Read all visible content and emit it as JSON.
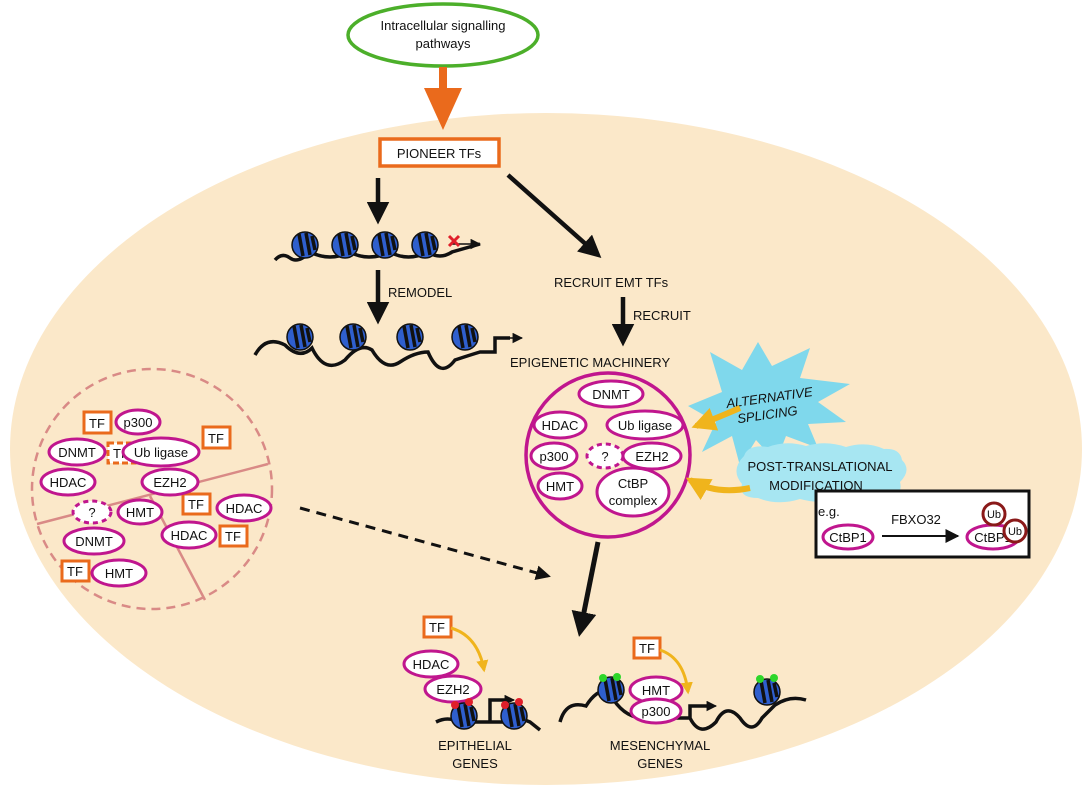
{
  "top": {
    "signalling_line1": "Intracellular signalling",
    "signalling_line2": "pathways",
    "pioneer": "PIONEER TFs"
  },
  "center": {
    "remodel": "REMODEL",
    "recruit_emt": "RECRUIT EMT TFs",
    "recruit": "RECRUIT",
    "epigenetic_machinery": "EPIGENETIC MACHINERY"
  },
  "complex": {
    "dnmt": "DNMT",
    "hdac": "HDAC",
    "ub_ligase": "Ub ligase",
    "p300": "p300",
    "unknown": "?",
    "ezh2": "EZH2",
    "hmt": "HMT",
    "ctbp_line1": "CtBP",
    "ctbp_line2": "complex"
  },
  "splicing": {
    "line1": "ALTERNATIVE",
    "line2": "SPLICING"
  },
  "ptm": {
    "line1": "POST-TRANSLATIONAL",
    "line2": "MODIFICATION",
    "eg": "e.g.",
    "ctbp1": "CtBP1",
    "fbxo32": "FBXO32",
    "ctbp1_ub": "CtBP1",
    "ub": "Ub"
  },
  "left_circle": {
    "tf": "TF",
    "p300": "p300",
    "dnmt": "DNMT",
    "ub_ligase": "Ub ligase",
    "hdac": "HDAC",
    "ezh2": "EZH2",
    "unknown": "?",
    "hmt": "HMT"
  },
  "bottom": {
    "tf": "TF",
    "hdac": "HDAC",
    "ezh2": "EZH2",
    "hmt": "HMT",
    "p300": "p300",
    "epithelial_line1": "EPITHELIAL",
    "epithelial_line2": "GENES",
    "mesenchymal_line1": "MESENCHYMAL",
    "mesenchymal_line2": "GENES"
  },
  "colors": {
    "cell_fill": "#fbe8c9",
    "magenta": "#c0168e",
    "orange": "#ea6a1c",
    "green": "#4caf2a",
    "yellow": "#f0b41c",
    "nucleosome": "#2f5fce",
    "splicing_fill": "#7fd8ec",
    "ptm_fill": "#a7e6f2",
    "ub_ring": "#8a1919",
    "dashed_circle": "#d98a86",
    "mark_red": "#e01f2a",
    "mark_green": "#2ed62a"
  }
}
